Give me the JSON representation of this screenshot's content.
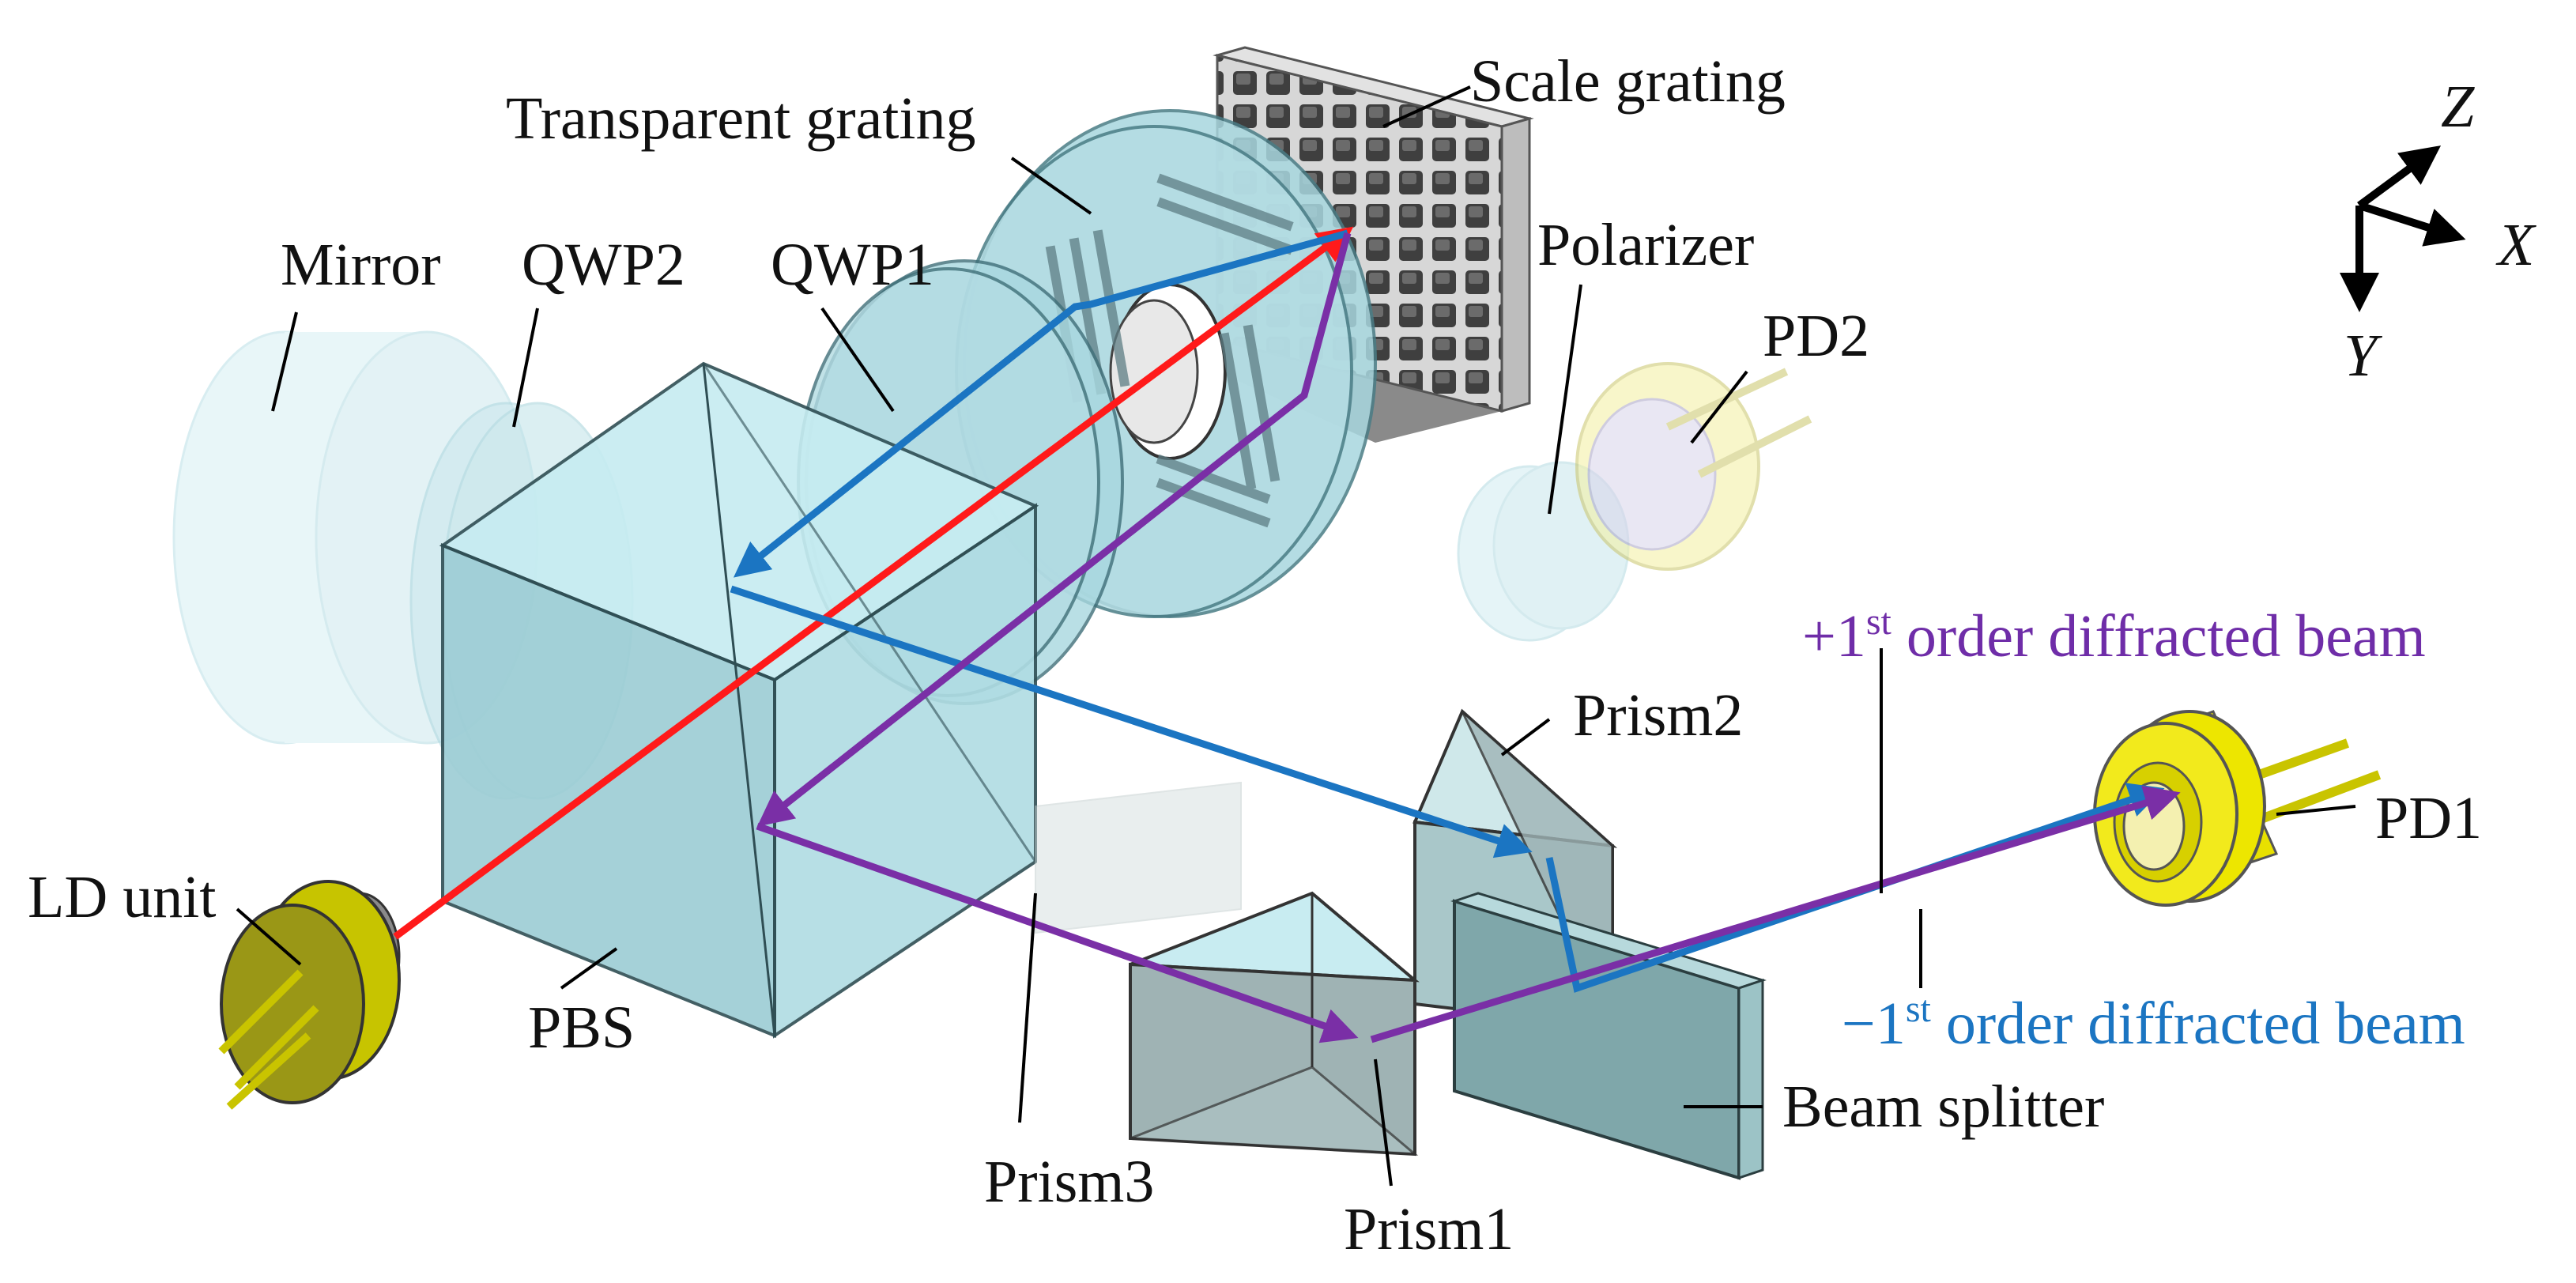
{
  "labels": {
    "scale_grating": "Scale grating",
    "transparent_grating": "Transparent grating",
    "mirror": "Mirror",
    "qwp2": "QWP2",
    "qwp1": "QWP1",
    "polarizer": "Polarizer",
    "pd2": "PD2",
    "pd1": "PD1",
    "ld_unit": "LD unit",
    "pbs": "PBS",
    "prism1": "Prism1",
    "prism2": "Prism2",
    "prism3": "Prism3",
    "beam_splitter": "Beam splitter"
  },
  "beams": {
    "plus_prefix": "+1",
    "plus_sup": "st",
    "plus_suffix": " order diffracted beam",
    "minus_prefix": "−1",
    "minus_sup": "st",
    "minus_suffix": " order diffracted beam"
  },
  "axes": {
    "z": "Z",
    "x": "X",
    "y": "Y"
  },
  "colors": {
    "laser": "#ff1a1a",
    "plus_beam": "#7a2fa6",
    "minus_beam": "#1b75c2",
    "glass": "#9fd3dc",
    "gold": "#e8e000",
    "olive": "#8f8a12",
    "grating_block": "#4a4a4a"
  }
}
